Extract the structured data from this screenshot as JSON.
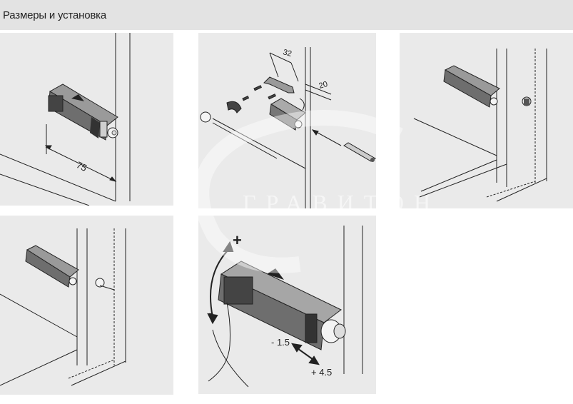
{
  "header": {
    "title": "Размеры и установка"
  },
  "panels": {
    "panel1": {
      "dimension": "75"
    },
    "panel2": {
      "dimension_top": "32",
      "dimension_right": "20"
    },
    "panel5": {
      "plus_sign": "+",
      "minus_sign": "-",
      "adjust_min": "- 1.5",
      "adjust_max": "+ 4.5"
    }
  },
  "watermark": {
    "text": "ГРАВИТОН"
  }
}
